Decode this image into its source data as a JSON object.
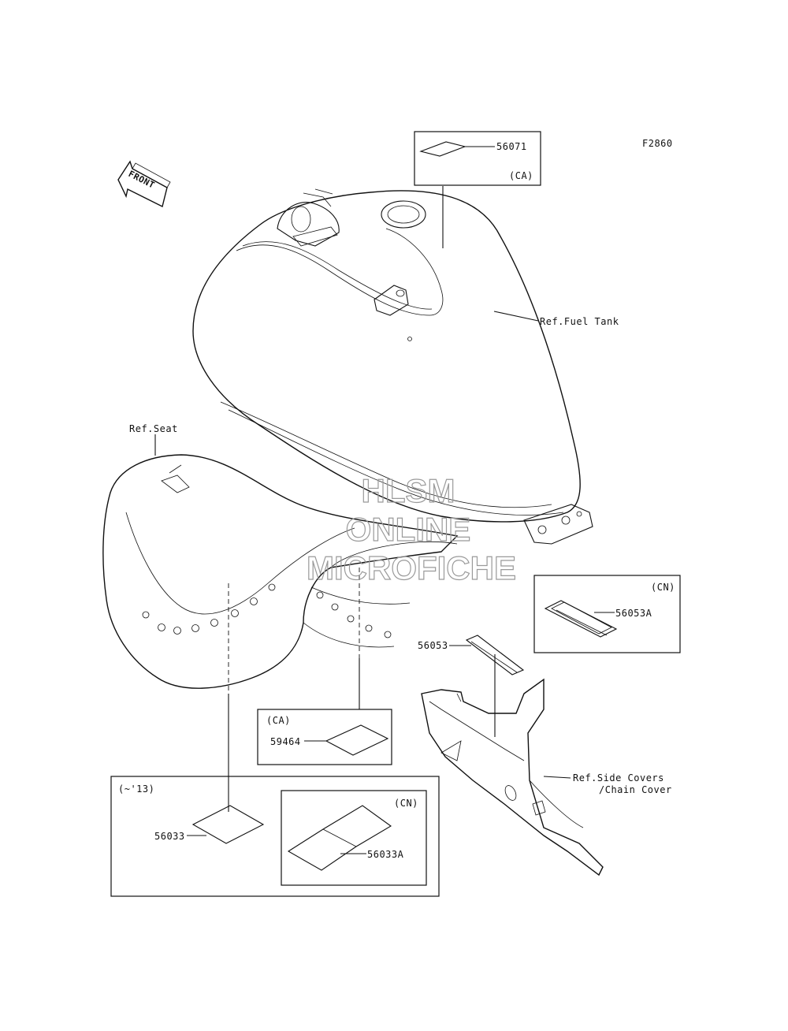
{
  "figure_code": "F2860",
  "front_arrow": {
    "text": "FRONT"
  },
  "watermark": {
    "line1": "HLSM",
    "line2": "ONLINE",
    "line3": "MICROFICHE"
  },
  "references": {
    "fuel_tank": "Ref.Fuel Tank",
    "seat": "Ref.Seat",
    "side_covers_line1": "Ref.Side Covers",
    "side_covers_line2": "/Chain Cover"
  },
  "region_tags": {
    "ca_tank": "(CA)",
    "cn_sidecover": "(CN)",
    "ca_seat": "(CA)",
    "year_13": "(~'13)",
    "cn_seat": "(CN)"
  },
  "parts": {
    "p56071": "56071",
    "p56053A": "56053A",
    "p56053": "56053",
    "p59464": "59464",
    "p56033": "56033",
    "p56033A": "56033A"
  }
}
